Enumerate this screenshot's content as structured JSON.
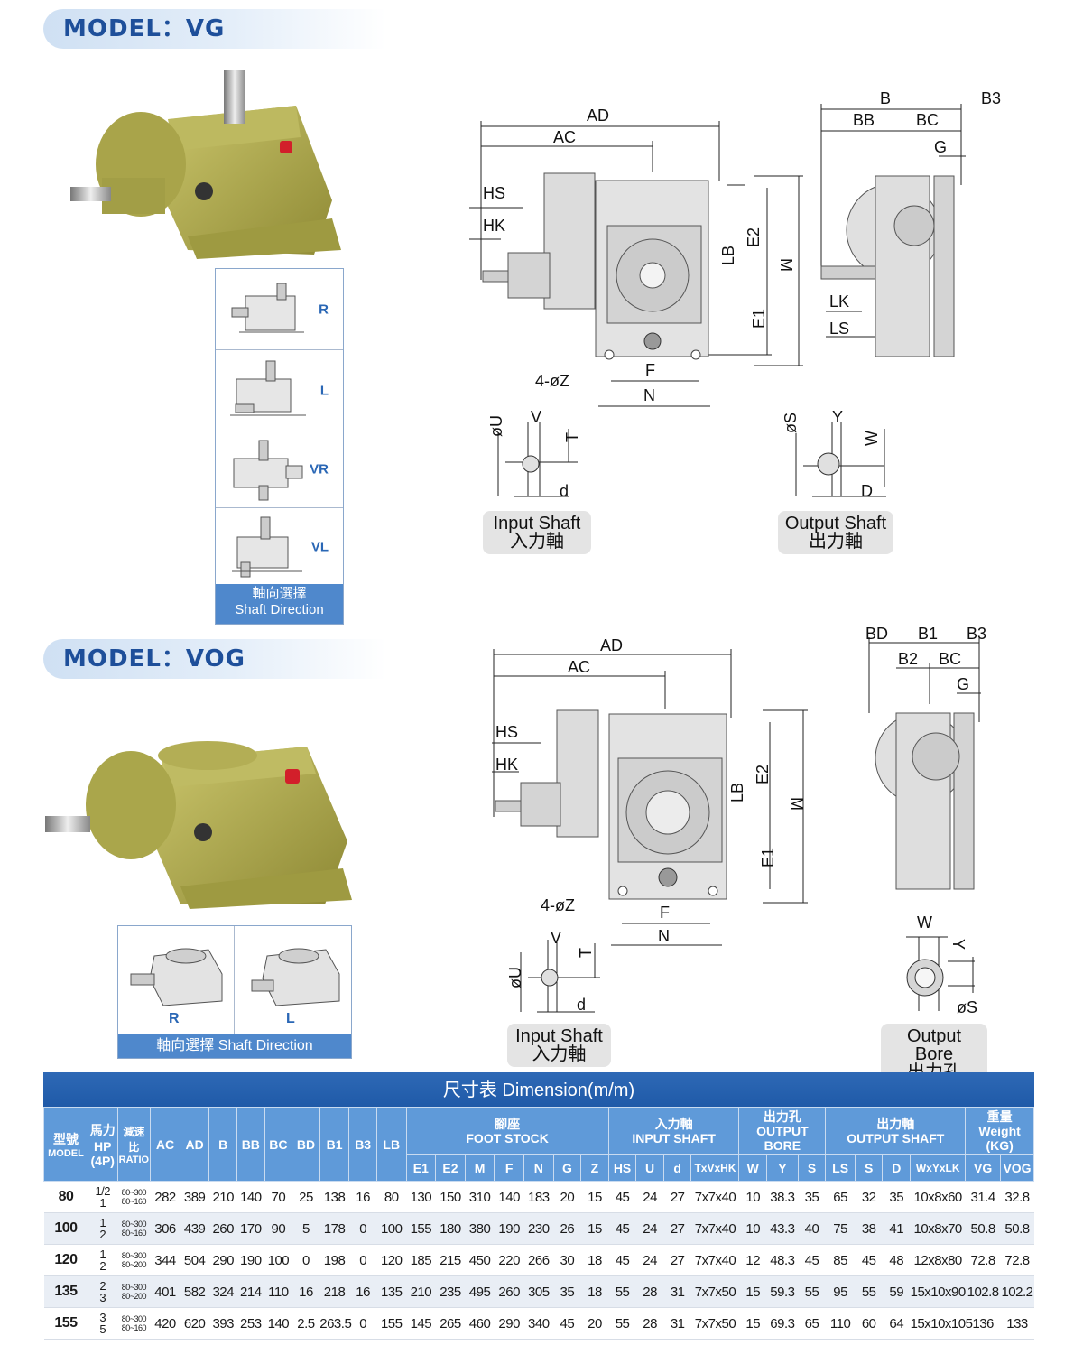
{
  "vg": {
    "model_title": "MODEL：VG",
    "directions": [
      "R",
      "L",
      "VR",
      "VL"
    ],
    "dir_caption_zh": "軸向選擇",
    "dir_caption_en": "Shaft Direction",
    "front_labels": [
      "AD",
      "AC",
      "HS",
      "HK",
      "LB",
      "E2",
      "M",
      "E1",
      "4-øZ",
      "F",
      "N"
    ],
    "side_labels": [
      "B",
      "B3",
      "BB",
      "BC",
      "G",
      "LK",
      "LS"
    ],
    "input_shaft": {
      "labels": [
        "øU",
        "V",
        "T",
        "d"
      ],
      "title_en": "Input Shaft",
      "title_zh": "入力軸"
    },
    "output_shaft": {
      "labels": [
        "øS",
        "Y",
        "W",
        "D"
      ],
      "title_en": "Output Shaft",
      "title_zh": "出力軸"
    }
  },
  "vog": {
    "model_title": "MODEL：VOG",
    "directions": [
      "R",
      "L"
    ],
    "dir_caption_zh": "軸向選擇",
    "dir_caption_en": "Shaft Direction",
    "front_labels": [
      "AD",
      "AC",
      "HS",
      "HK",
      "LB",
      "E2",
      "M",
      "E1",
      "4-øZ",
      "F",
      "N"
    ],
    "side_labels": [
      "BD",
      "B1",
      "B3",
      "B2",
      "BC",
      "G"
    ],
    "input_shaft": {
      "labels": [
        "øU",
        "V",
        "T",
        "d"
      ],
      "title_en": "Input Shaft",
      "title_zh": "入力軸"
    },
    "output_bore": {
      "labels": [
        "W",
        "Y",
        "øS"
      ],
      "title_en": "Output Bore",
      "title_zh": "出力孔"
    }
  },
  "table": {
    "title": "尺寸表  Dimension(m/m)",
    "col_model": [
      "型號",
      "MODEL"
    ],
    "col_hp": [
      "馬力",
      "HP",
      "(4P)"
    ],
    "col_ratio": [
      "減速比",
      "RATIO"
    ],
    "single_cols": [
      "AC",
      "AD",
      "B",
      "BB",
      "BC",
      "BD",
      "B1",
      "B3",
      "LB"
    ],
    "groups": [
      {
        "zh": "腳座",
        "en": "FOOT STOCK",
        "cols": [
          "E1",
          "E2",
          "M",
          "F",
          "N",
          "G",
          "Z"
        ]
      },
      {
        "zh": "入力軸",
        "en": "INPUT SHAFT",
        "cols": [
          "HS",
          "U",
          "d",
          "TxVxHK"
        ]
      },
      {
        "zh": "出力孔",
        "en": "OUTPUT BORE",
        "cols": [
          "W",
          "Y",
          "S"
        ]
      },
      {
        "zh": "出力軸",
        "en": "OUTPUT SHAFT",
        "cols": [
          "LS",
          "S",
          "D",
          "WxYxLK"
        ]
      },
      {
        "zh": "重量",
        "en": "Weight (KG)",
        "cols": [
          "VG",
          "VOG"
        ]
      }
    ],
    "rows": [
      {
        "model": "80",
        "hp": [
          "1/2",
          "1"
        ],
        "ratio": [
          "80~300",
          "80~160"
        ],
        "vals": [
          "282",
          "389",
          "210",
          "140",
          "70",
          "25",
          "138",
          "16",
          "80",
          "130",
          "150",
          "310",
          "140",
          "183",
          "20",
          "15",
          "45",
          "24",
          "27",
          "7x7x40",
          "10",
          "38.3",
          "35",
          "65",
          "32",
          "35",
          "10x8x60",
          "31.4",
          "32.8"
        ]
      },
      {
        "model": "100",
        "hp": [
          "1",
          "2"
        ],
        "ratio": [
          "80~300",
          "80~160"
        ],
        "vals": [
          "306",
          "439",
          "260",
          "170",
          "90",
          "5",
          "178",
          "0",
          "100",
          "155",
          "180",
          "380",
          "190",
          "230",
          "26",
          "15",
          "45",
          "24",
          "27",
          "7x7x40",
          "10",
          "43.3",
          "40",
          "75",
          "38",
          "41",
          "10x8x70",
          "50.8",
          "50.8"
        ]
      },
      {
        "model": "120",
        "hp": [
          "1",
          "2"
        ],
        "ratio": [
          "80~300",
          "80~200"
        ],
        "vals": [
          "344",
          "504",
          "290",
          "190",
          "100",
          "0",
          "198",
          "0",
          "120",
          "185",
          "215",
          "450",
          "220",
          "266",
          "30",
          "18",
          "45",
          "24",
          "27",
          "7x7x40",
          "12",
          "48.3",
          "45",
          "85",
          "45",
          "48",
          "12x8x80",
          "72.8",
          "72.8"
        ]
      },
      {
        "model": "135",
        "hp": [
          "2",
          "3"
        ],
        "ratio": [
          "80~300",
          "80~200"
        ],
        "vals": [
          "401",
          "582",
          "324",
          "214",
          "110",
          "16",
          "218",
          "16",
          "135",
          "210",
          "235",
          "495",
          "260",
          "305",
          "35",
          "18",
          "55",
          "28",
          "31",
          "7x7x50",
          "15",
          "59.3",
          "55",
          "95",
          "55",
          "59",
          "15x10x90",
          "102.8",
          "102.2"
        ]
      },
      {
        "model": "155",
        "hp": [
          "3",
          "5"
        ],
        "ratio": [
          "80~300",
          "80~160"
        ],
        "vals": [
          "420",
          "620",
          "393",
          "253",
          "140",
          "2.5",
          "263.5",
          "0",
          "155",
          "145",
          "265",
          "460",
          "290",
          "340",
          "45",
          "20",
          "55",
          "28",
          "31",
          "7x7x50",
          "15",
          "69.3",
          "65",
          "110",
          "60",
          "64",
          "15x10x105",
          "136",
          "133"
        ]
      }
    ]
  }
}
